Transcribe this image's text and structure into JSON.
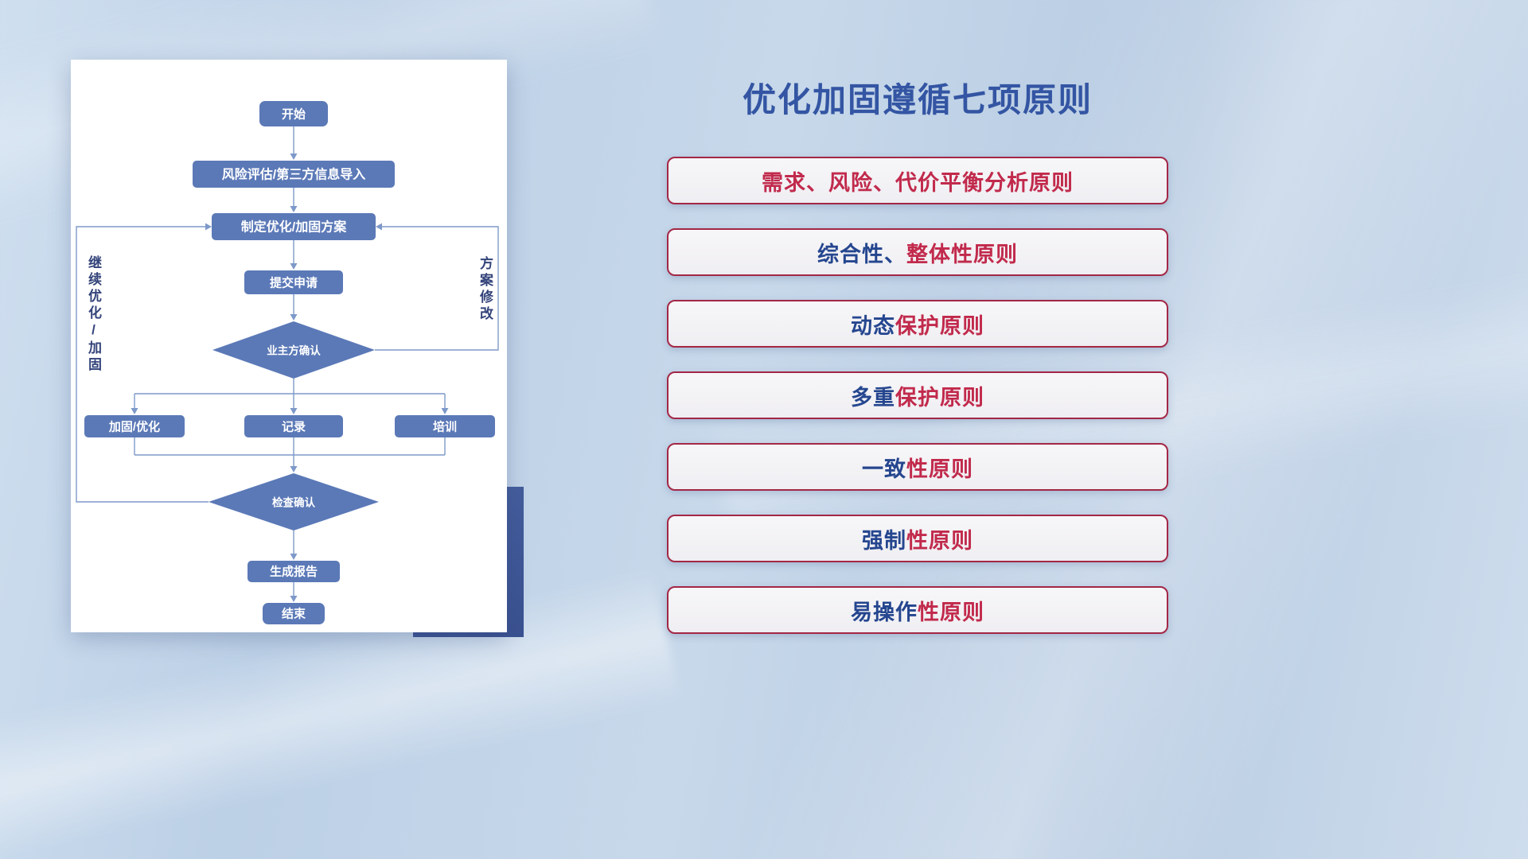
{
  "slide": {
    "title": "优化加固遵循七项原则"
  },
  "flowchart": {
    "nodes": {
      "start": "开始",
      "risk_import": "风险评估/第三方信息导入",
      "make_plan": "制定优化/加固方案",
      "submit": "提交申请",
      "owner_confirm": "业主方确认",
      "reinforce": "加固/优化",
      "record": "记录",
      "training": "培训",
      "check_confirm": "检查确认",
      "report": "生成报告",
      "end": "结束"
    },
    "loop_labels": {
      "continue_optimize": "继续优化/加固",
      "plan_revise": "方案修改"
    }
  },
  "principles": [
    {
      "navy": "",
      "red": "需求、风险、代价平衡分析原则"
    },
    {
      "navy": "综合性、",
      "red": "整体性原则"
    },
    {
      "navy": "动态",
      "red": "保护原则"
    },
    {
      "navy": "多重",
      "red": "保护原则"
    },
    {
      "navy": "一致",
      "red": "性原则"
    },
    {
      "navy": "强制",
      "red": "性原则"
    },
    {
      "navy": "易操作",
      "red": "性原则"
    }
  ],
  "colors": {
    "title_blue": "#3355a3",
    "node_fill": "#5b79b7",
    "edge_line": "#7e99c9",
    "principle_border": "#a32746",
    "principle_red": "#c12a4c",
    "principle_navy": "#25468f",
    "back_block": "#3f5697",
    "background_top": "#cfdfef",
    "background_bottom": "#b7cbe2"
  }
}
